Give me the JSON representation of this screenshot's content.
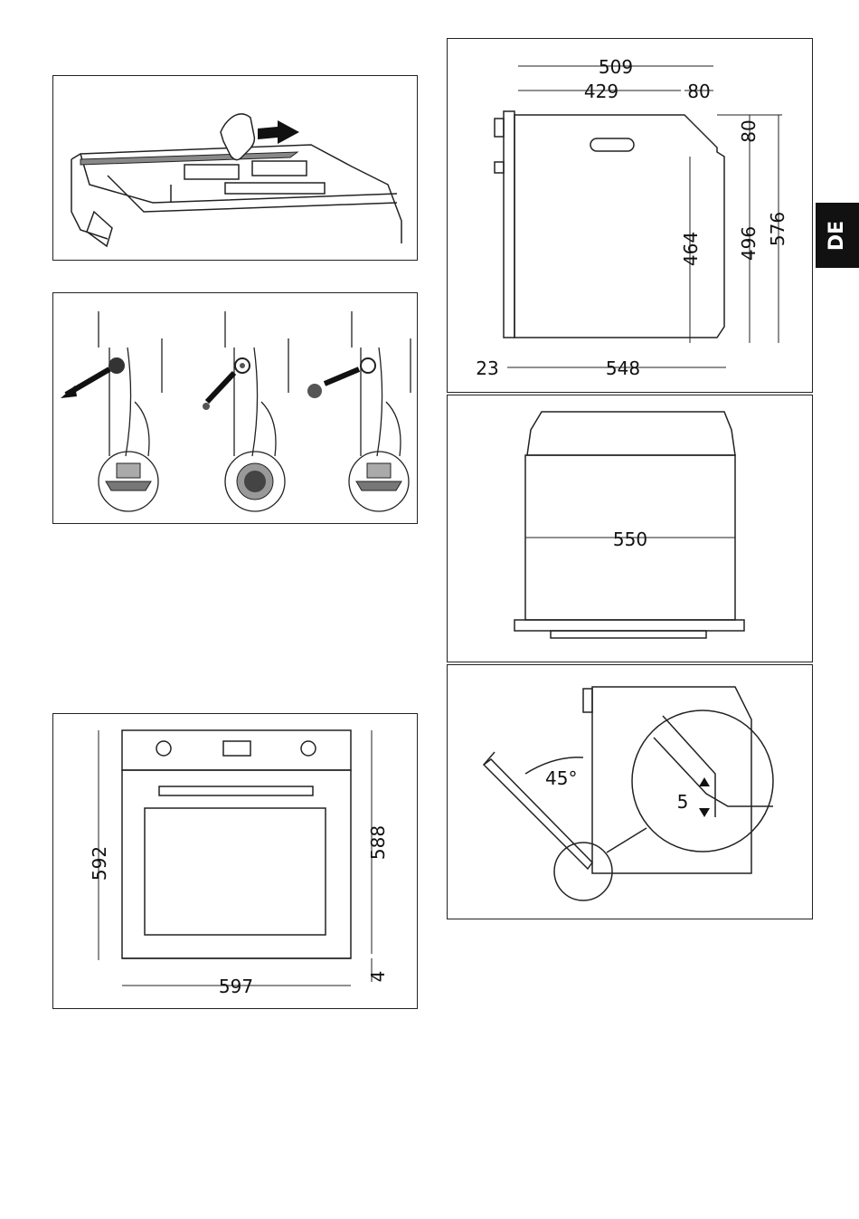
{
  "language_tab": "DE",
  "side_view": {
    "dims": {
      "total_depth": "509",
      "body_depth": "429",
      "front_step": "80",
      "top_step": "80",
      "inner_height": "464",
      "mid_height": "496",
      "total_height": "576",
      "panel_offset": "23",
      "base_depth": "548"
    }
  },
  "top_view": {
    "width": "550"
  },
  "door_view": {
    "angle": "45°",
    "gap": "5"
  },
  "front_view": {
    "height_left": "592",
    "height_right": "588",
    "bottom_gap": "4",
    "width": "597"
  }
}
